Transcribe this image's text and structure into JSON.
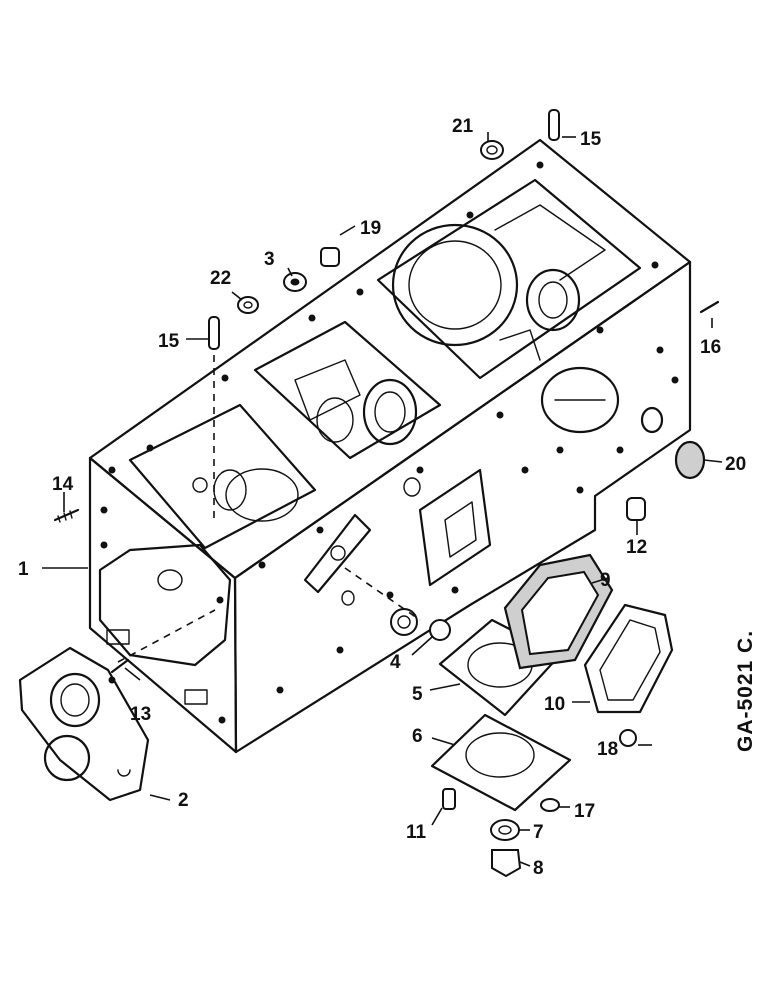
{
  "figure_code": "GA-5021 C.",
  "callouts": {
    "c1": "1",
    "c2": "2",
    "c3": "3",
    "c4": "4",
    "c5": "5",
    "c6": "6",
    "c7": "7",
    "c8": "8",
    "c9": "9",
    "c10": "10",
    "c11": "11",
    "c12": "12",
    "c13": "13",
    "c14": "14",
    "c15a": "15",
    "c15b": "15",
    "c16": "16",
    "c17": "17",
    "c18": "18",
    "c19": "19",
    "c20": "20",
    "c21": "21",
    "c22": "22"
  }
}
